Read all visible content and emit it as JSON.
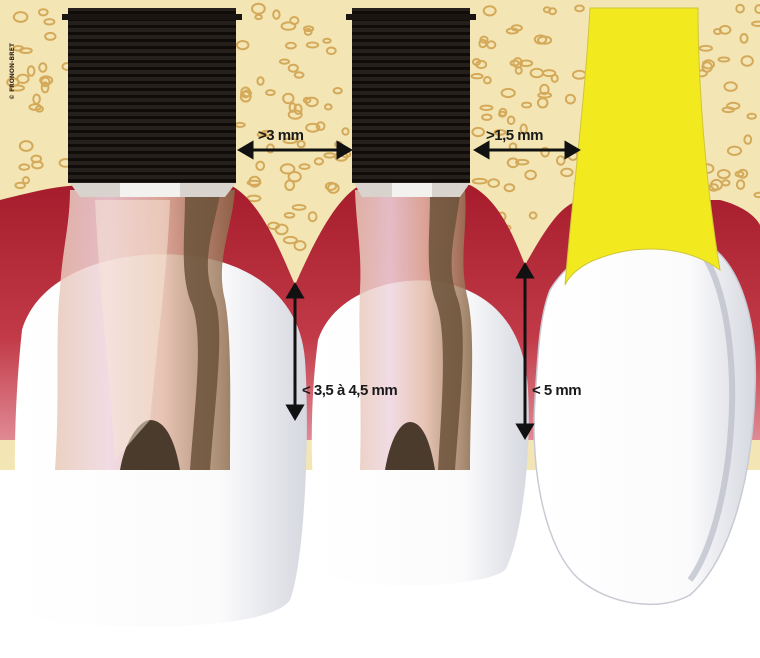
{
  "diagram": {
    "copyright": "© FRONON-BRET",
    "measurements": {
      "implant_to_implant": ">3 mm",
      "implant_to_tooth": ">1,5 mm",
      "papilla_between_implants": "< 3,5 à 4,5 mm",
      "papilla_implant_tooth": "< 5 mm"
    },
    "colors": {
      "bone": "#f3e6b4",
      "bone_granule": "#d9b46a",
      "gingiva": "#b52230",
      "implant_thread": "#1e1a17",
      "tooth_root": "#f2ea1e",
      "crown": "#ffffff"
    }
  }
}
